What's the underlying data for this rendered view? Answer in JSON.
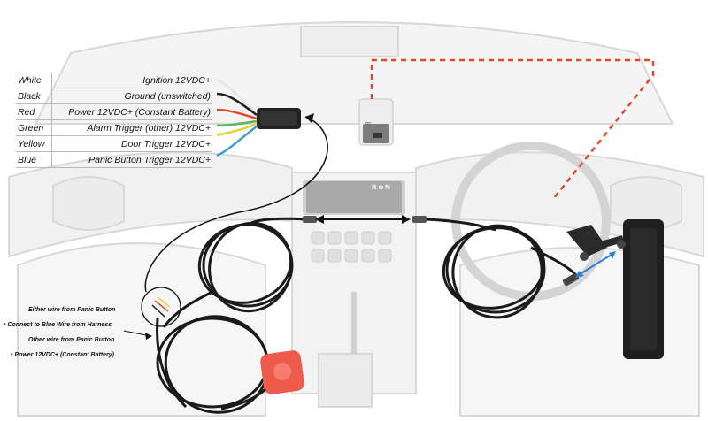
{
  "wire_table": [
    {
      "color": "White",
      "function": "Ignition 12VDC+",
      "swatch": "#e6e6e6"
    },
    {
      "color": "Black",
      "function": "Ground (unswitched)",
      "swatch": "#222222"
    },
    {
      "color": "Red",
      "function": "Power 12VDC+ (Constant Battery)",
      "swatch": "#e0482a"
    },
    {
      "color": "Green",
      "function": "Alarm Trigger (other) 12VDC+",
      "swatch": "#5bb55a"
    },
    {
      "color": "Yellow",
      "function": "Door Trigger 12VDC+",
      "swatch": "#e3d23a"
    },
    {
      "color": "Blue",
      "function": "Panic Button Trigger 12VDC+",
      "swatch": "#3aa0d8"
    }
  ],
  "notes": {
    "either_wire": "Either wire from Panic Button",
    "connect_blue": "• Connect to Blue Wire from Harness",
    "other_wire": "Other wire from Panic Button",
    "power_constant": "• Power 12VDC+ (Constant Battery)"
  },
  "dash_screen_label": "ℝ ⊕ ℕ",
  "colors": {
    "accent_dashed": "#e0482a",
    "panic_button": "#ee5a4b",
    "mount_arrow": "#2f7fd1"
  }
}
